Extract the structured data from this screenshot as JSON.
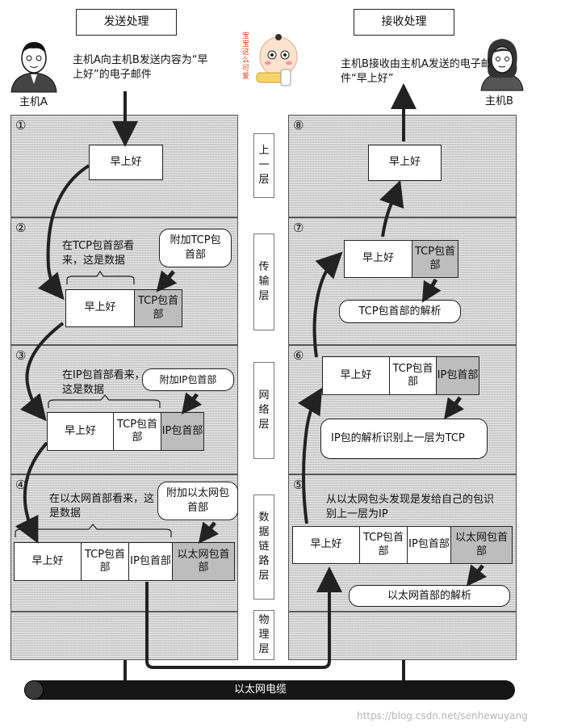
{
  "headers": {
    "send": "发送处理",
    "receive": "接收处理"
  },
  "hosts": {
    "a_label": "主机A",
    "a_desc": "主机A向主机B发送内容为“早上好”的电子邮件",
    "b_label": "主机B",
    "b_desc": "主机B接收由主机A发送的电子邮件“早上好”"
  },
  "baby_text": "宝宝这么可爱",
  "layers": {
    "upper": "上一层",
    "transport": "传输层",
    "network": "网络层",
    "datalink": "数据链路层",
    "physical": "物理层"
  },
  "steps": {
    "s1": "①",
    "s2": "②",
    "s3": "③",
    "s4": "④",
    "s5": "⑤",
    "s6": "⑥",
    "s7": "⑦",
    "s8": "⑧"
  },
  "data": {
    "greeting": "早上好",
    "tcp_header": "TCP包首部",
    "ip_header": "IP包首部",
    "eth_header": "以太网包首部"
  },
  "send_notes": {
    "s2_bracket": "在TCP包首部看来，这是数据",
    "s2_attach": "附加TCP包首部",
    "s3_bracket": "在IP包首部看来，这是数据",
    "s3_attach": "附加IP包首部",
    "s4_bracket": "在以太网首部看来，这是数据",
    "s4_attach": "附加以太网包首部"
  },
  "recv_notes": {
    "s5_text": "从以太网包头发现是发给自己的包识别上一层为IP",
    "s5_parse": "以太网首部的解析",
    "s6_parse": "IP包的解析识别上一层为TCP",
    "s7_parse": "TCP包首部的解析"
  },
  "cable": "以太网电缆",
  "watermark": "https://blog.csdn.net/senhewuyang"
}
